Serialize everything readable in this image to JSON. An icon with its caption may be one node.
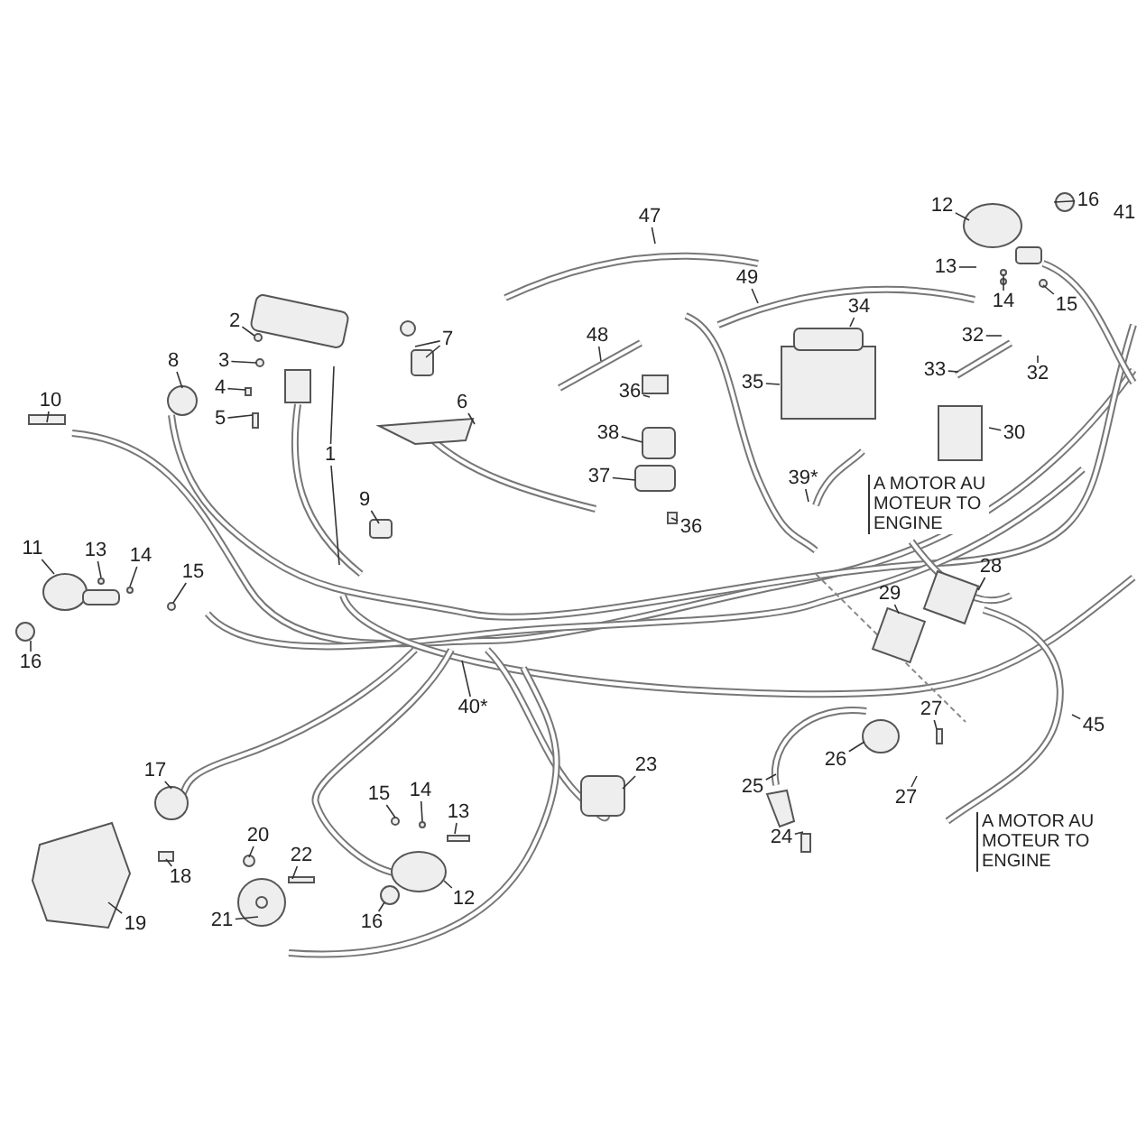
{
  "diagram": {
    "nodes": [
      {
        "text": [
          "47"
        ]
      },
      {
        "text": [
          "12"
        ]
      },
      {
        "text": [
          "16"
        ]
      },
      {
        "text": [
          "13"
        ]
      },
      {
        "text": [
          "14"
        ]
      },
      {
        "text": [
          "15"
        ]
      },
      {
        "text": [
          "49"
        ]
      },
      {
        "text": [
          "34"
        ]
      },
      {
        "text": [
          "2"
        ]
      },
      {
        "text": [
          "7"
        ]
      },
      {
        "text": [
          "48"
        ]
      },
      {
        "text": [
          "32"
        ]
      },
      {
        "text": [
          "3"
        ]
      },
      {
        "text": [
          "8"
        ]
      },
      {
        "text": [
          "33"
        ]
      },
      {
        "text": [
          "32"
        ]
      },
      {
        "text": [
          "35"
        ]
      },
      {
        "text": [
          "4"
        ]
      },
      {
        "text": [
          "36"
        ]
      },
      {
        "text": [
          "10"
        ]
      },
      {
        "text": [
          "6"
        ]
      },
      {
        "text": [
          "5"
        ]
      },
      {
        "text": [
          "38"
        ]
      },
      {
        "text": [
          "30"
        ]
      },
      {
        "text": [
          "1"
        ]
      },
      {
        "text": [
          "37"
        ]
      },
      {
        "text": [
          "39*"
        ]
      },
      {
        "text": [
          "9"
        ]
      },
      {
        "text": [
          "36"
        ]
      },
      {
        "text": [
          "11"
        ]
      },
      {
        "text": [
          "13"
        ]
      },
      {
        "text": [
          "28"
        ]
      },
      {
        "text": [
          "14"
        ]
      },
      {
        "text": [
          "15"
        ]
      },
      {
        "text": [
          "29"
        ]
      },
      {
        "text": [
          "16"
        ]
      },
      {
        "text": [
          "40*"
        ]
      },
      {
        "text": [
          "27"
        ]
      },
      {
        "text": [
          "45"
        ]
      },
      {
        "text": [
          "26"
        ]
      },
      {
        "text": [
          "23"
        ]
      },
      {
        "text": [
          "17"
        ]
      },
      {
        "text": [
          "25"
        ]
      },
      {
        "text": [
          "27"
        ]
      },
      {
        "text": [
          "15"
        ]
      },
      {
        "text": [
          "14"
        ]
      },
      {
        "text": [
          "13"
        ]
      },
      {
        "text": [
          "20"
        ]
      },
      {
        "text": [
          "24"
        ]
      },
      {
        "text": [
          "22"
        ]
      },
      {
        "text": [
          "18"
        ]
      },
      {
        "text": [
          "12"
        ]
      },
      {
        "text": [
          "19"
        ]
      },
      {
        "text": [
          "21"
        ]
      },
      {
        "text": [
          "16"
        ]
      }
    ],
    "edges": [
      {
        "from": 0,
        "to": null,
        "arrow": "none"
      },
      {
        "from": 1,
        "to": null,
        "arrow": "none"
      },
      {
        "from": 2,
        "to": null,
        "arrow": "none"
      },
      {
        "from": 3,
        "to": null,
        "arrow": "none"
      },
      {
        "from": 4,
        "to": null,
        "arrow": "none"
      },
      {
        "from": 5,
        "to": null,
        "arrow": "none"
      },
      {
        "from": 6,
        "to": null,
        "arrow": "none"
      },
      {
        "from": 7,
        "to": null,
        "arrow": "none"
      },
      {
        "from": 8,
        "to": null,
        "arrow": "none"
      },
      {
        "from": 9,
        "to": null,
        "arrow": "none"
      },
      {
        "from": 9,
        "to": null,
        "arrow": "none"
      },
      {
        "from": 10,
        "to": null,
        "arrow": "none"
      },
      {
        "from": 11,
        "to": null,
        "arrow": "none"
      },
      {
        "from": 12,
        "to": null,
        "arrow": "none"
      },
      {
        "from": 13,
        "to": null,
        "arrow": "none"
      },
      {
        "from": 14,
        "to": null,
        "arrow": "none"
      },
      {
        "from": 15,
        "to": null,
        "arrow": "none"
      },
      {
        "from": 16,
        "to": null,
        "arrow": "none"
      },
      {
        "from": 17,
        "to": null,
        "arrow": "none"
      },
      {
        "from": 18,
        "to": null,
        "arrow": "none"
      },
      {
        "from": 19,
        "to": null,
        "arrow": "none"
      },
      {
        "from": 20,
        "to": null,
        "arrow": "none"
      },
      {
        "from": 21,
        "to": null,
        "arrow": "none"
      },
      {
        "from": 22,
        "to": null,
        "arrow": "none"
      },
      {
        "from": 23,
        "to": null,
        "arrow": "none"
      },
      {
        "from": 24,
        "to": null,
        "arrow": "none"
      },
      {
        "from": 24,
        "to": null,
        "arrow": "none"
      },
      {
        "from": 25,
        "to": null,
        "arrow": "none"
      },
      {
        "from": 26,
        "to": null,
        "arrow": "none"
      },
      {
        "from": 27,
        "to": null,
        "arrow": "none"
      },
      {
        "from": 28,
        "to": null,
        "arrow": "none"
      },
      {
        "from": 29,
        "to": null,
        "arrow": "none"
      },
      {
        "from": 30,
        "to": null,
        "arrow": "none"
      },
      {
        "from": 31,
        "to": null,
        "arrow": "none"
      },
      {
        "from": 32,
        "to": null,
        "arrow": "none"
      },
      {
        "from": 33,
        "to": null,
        "arrow": "none"
      },
      {
        "from": 34,
        "to": null,
        "arrow": "none"
      },
      {
        "from": 35,
        "to": null,
        "arrow": "none"
      },
      {
        "from": 36,
        "to": null,
        "arrow": "none"
      },
      {
        "from": 37,
        "to": null,
        "arrow": "none"
      },
      {
        "from": 38,
        "to": null,
        "arrow": "none"
      },
      {
        "from": 39,
        "to": null,
        "arrow": "none"
      },
      {
        "from": 40,
        "to": null,
        "arrow": "none"
      },
      {
        "from": 41,
        "to": null,
        "arrow": "none"
      },
      {
        "from": 42,
        "to": null,
        "arrow": "none"
      },
      {
        "from": 43,
        "to": null,
        "arrow": "none"
      },
      {
        "from": 44,
        "to": null,
        "arrow": "none"
      },
      {
        "from": 45,
        "to": null,
        "arrow": "none"
      },
      {
        "from": 46,
        "to": null,
        "arrow": "none"
      },
      {
        "from": 47,
        "to": null,
        "arrow": "none"
      },
      {
        "from": 48,
        "to": null,
        "arrow": "none"
      },
      {
        "from": 49,
        "to": null,
        "arrow": "none"
      },
      {
        "from": 50,
        "to": null,
        "arrow": "none"
      },
      {
        "from": 51,
        "to": null,
        "arrow": "none"
      },
      {
        "from": 52,
        "to": null,
        "arrow": "none"
      },
      {
        "from": 53,
        "to": null,
        "arrow": "none"
      },
      {
        "from": 54,
        "to": null,
        "arrow": "none"
      }
    ],
    "labels": [
      "41",
      "A MOTOR AU MOTEUR TO ENGINE",
      "A MOTOR AU MOTEUR TO ENGINE"
    ]
  }
}
